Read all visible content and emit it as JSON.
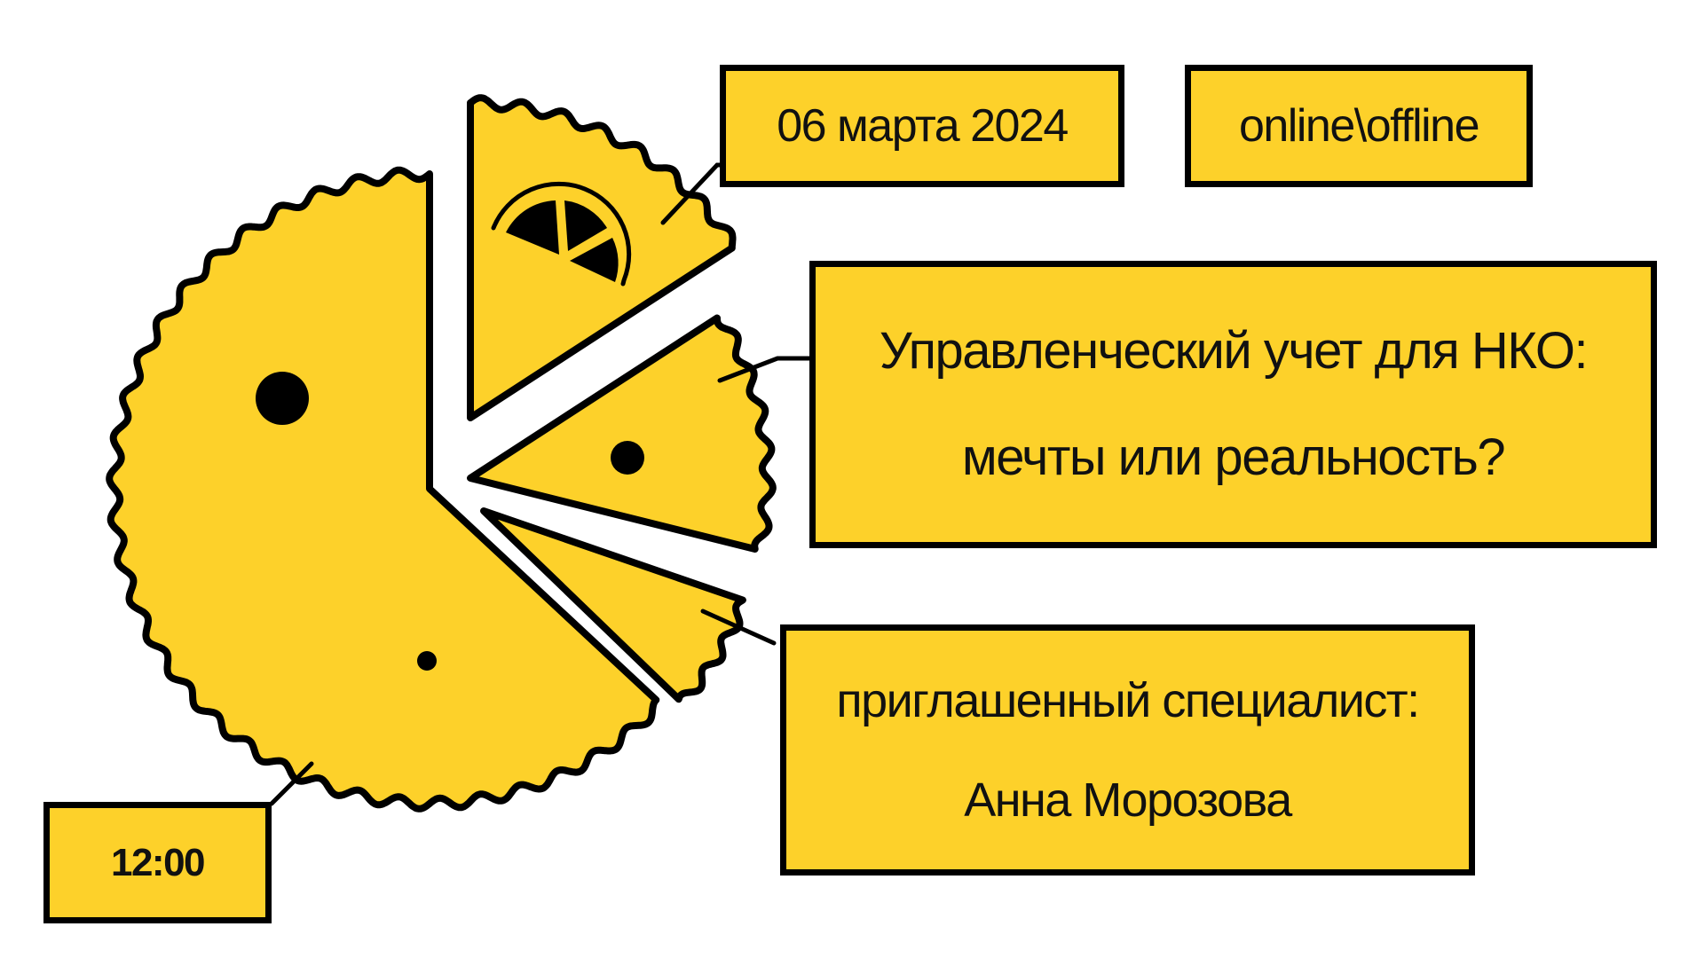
{
  "event": {
    "date": "06 марта 2024",
    "format": "online\\offline",
    "title_line1": "Управленческий учет для НКО:",
    "title_line2": "мечты или реальность?",
    "speaker_label": "приглашенный специалист:",
    "speaker_name": "Анна Морозова",
    "time": "12:00"
  },
  "colors": {
    "accent": "#FDD12A",
    "outline": "#000000"
  },
  "icons": [
    "pie-illustration",
    "lemon-slice-icon"
  ]
}
